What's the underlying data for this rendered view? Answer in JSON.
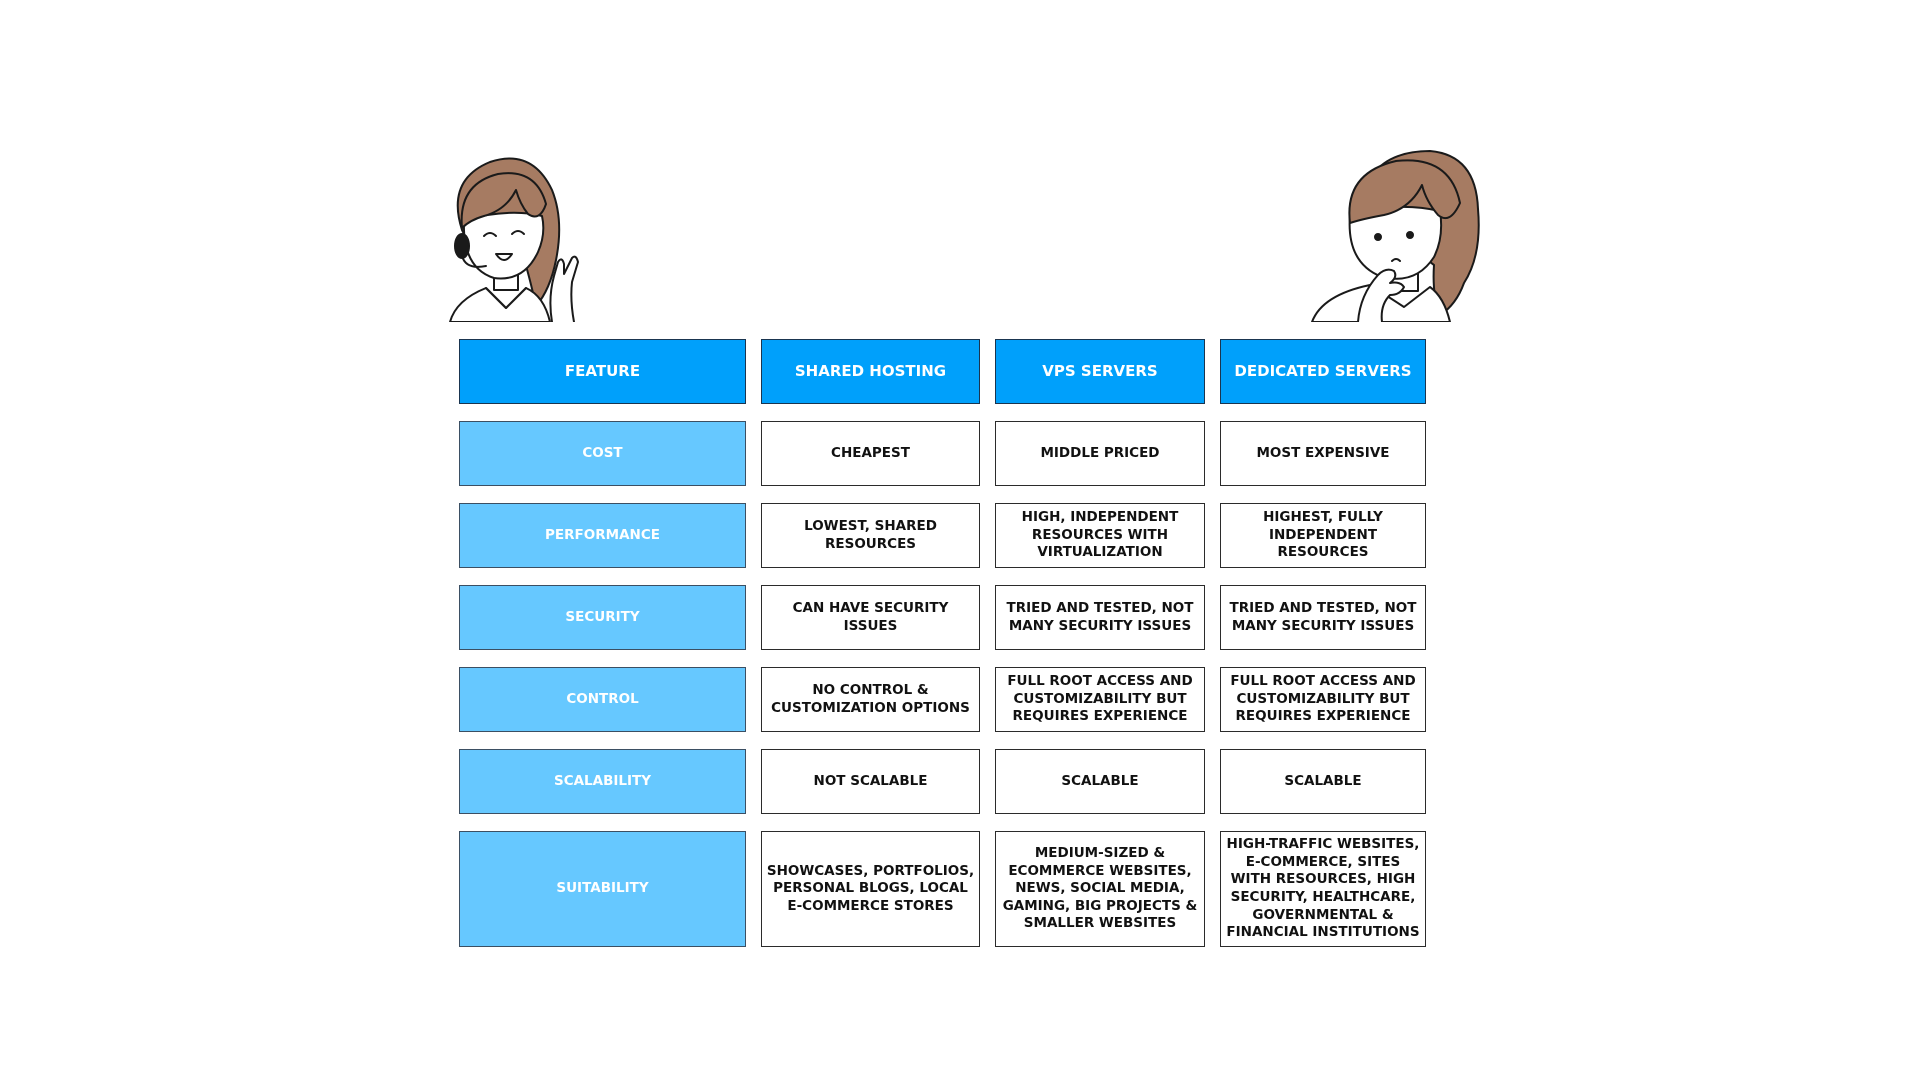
{
  "table": {
    "headers": [
      "FEATURE",
      "SHARED HOSTING",
      "VPS SERVERS",
      "DEDICATED SERVERS"
    ],
    "rows": [
      {
        "feature": "COST",
        "shared": "CHEAPEST",
        "vps": "MIDDLE PRICED",
        "dedicated": "MOST EXPENSIVE"
      },
      {
        "feature": "PERFORMANCE",
        "shared": "LOWEST, SHARED RESOURCES",
        "vps": "HIGH, INDEPENDENT RESOURCES WITH VIRTUALIZATION",
        "dedicated": "HIGHEST, FULLY INDEPENDENT RESOURCES"
      },
      {
        "feature": "SECURITY",
        "shared": "CAN HAVE SECURITY ISSUES",
        "vps": "TRIED AND TESTED, NOT MANY SECURITY ISSUES",
        "dedicated": "TRIED AND TESTED, NOT MANY SECURITY ISSUES"
      },
      {
        "feature": "CONTROL",
        "shared": "NO CONTROL & CUSTOMIZATION OPTIONS",
        "vps": "FULL ROOT ACCESS AND CUSTOMIZABILITY BUT REQUIRES EXPERIENCE",
        "dedicated": "FULL ROOT ACCESS AND CUSTOMIZABILITY BUT REQUIRES EXPERIENCE"
      },
      {
        "feature": "SCALABILITY",
        "shared": "NOT SCALABLE",
        "vps": "SCALABLE",
        "dedicated": "SCALABLE"
      },
      {
        "feature": "SUITABILITY",
        "shared": "SHOWCASES, PORTFOLIOS, PERSONAL BLOGS, LOCAL E-COMMERCE STORES",
        "vps": "MEDIUM-SIZED & ECOMMERCE WEBSITES, NEWS, SOCIAL MEDIA, GAMING, BIG PROJECTS & SMALLER WEBSITES",
        "dedicated": "HIGH-TRAFFIC WEBSITES, E-COMMERCE, SITES WITH RESOURCES, HIGH SECURITY, HEALTHCARE, GOVERNMENTAL & FINANCIAL INSTITUTIONS"
      }
    ]
  },
  "illustrations": {
    "left": "support-agent-headset-illustration",
    "right": "thinking-woman-illustration"
  },
  "colors": {
    "header_fill": "#00a0fb",
    "feature_fill": "#66c8ff",
    "value_fill": "#ffffff",
    "hair": "#a67b62",
    "outline": "#1a1a1a"
  }
}
